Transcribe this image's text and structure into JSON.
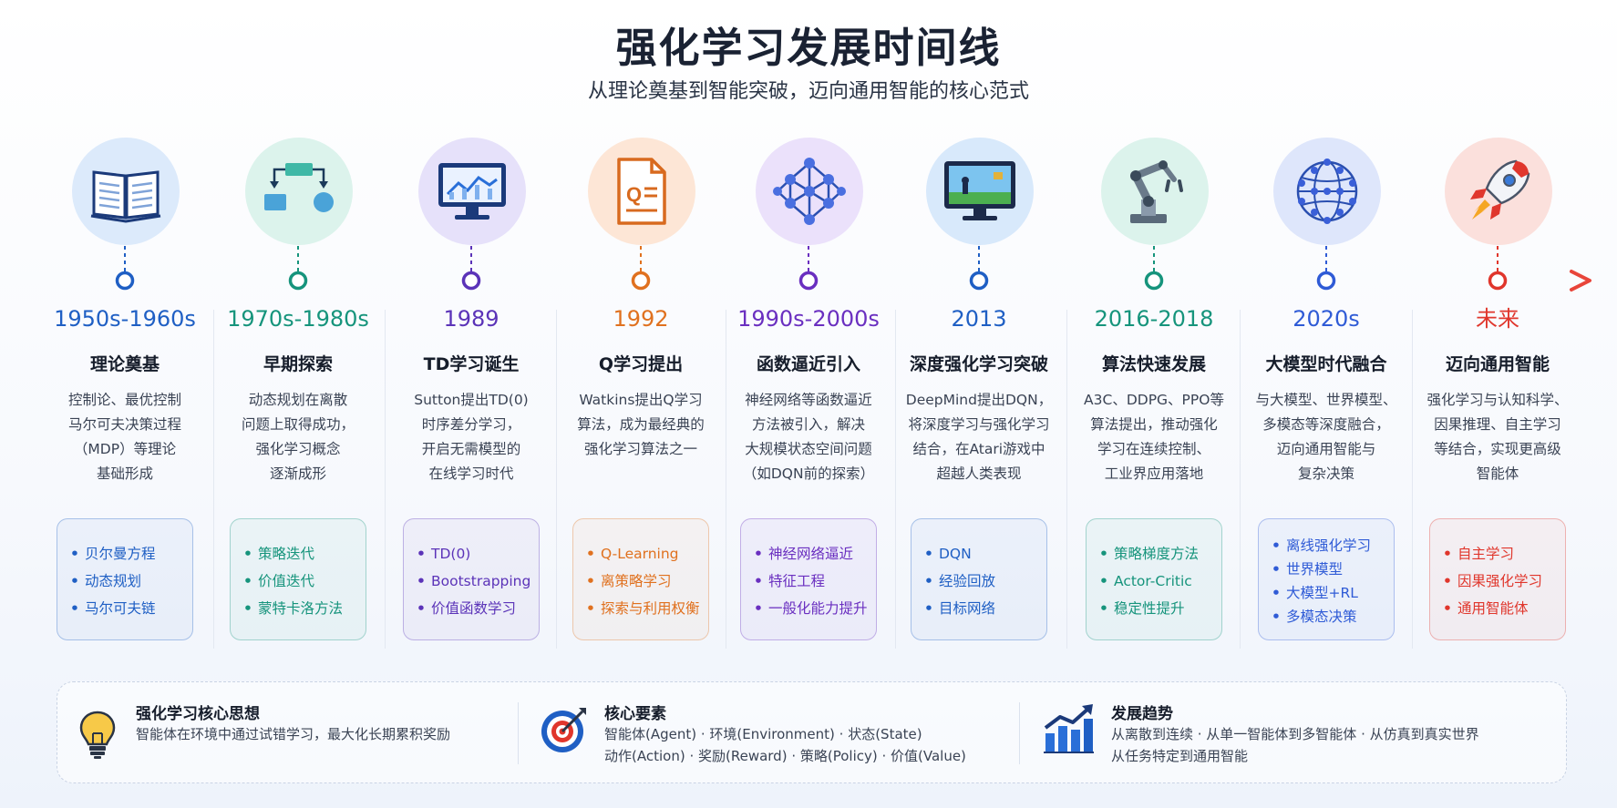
{
  "title": "强化学习发展时间线",
  "subtitle": "从理论奠基到智能突破，迈向通用智能的核心范式",
  "stages": [
    {
      "year": "1950s-1960s",
      "heading": "理论奠基",
      "desc": [
        "控制论、最优控制",
        "马尔可夫决策过程",
        "（MDP）等理论",
        "基础形成"
      ],
      "points": [
        "贝尔曼方程",
        "动态规划",
        "马尔可夫链"
      ],
      "color": "#1f5fc4",
      "icon": "book-icon"
    },
    {
      "year": "1970s-1980s",
      "heading": "早期探索",
      "desc": [
        "动态规划在离散",
        "问题上取得成功，",
        "强化学习概念",
        "逐渐成形"
      ],
      "points": [
        "策略迭代",
        "价值迭代",
        "蒙特卡洛方法"
      ],
      "color": "#16947c",
      "icon": "flowchart-icon"
    },
    {
      "year": "1989",
      "heading": "TD学习诞生",
      "desc": [
        "Sutton提出TD(0)",
        "时序差分学习，",
        "开启无需模型的",
        "在线学习时代"
      ],
      "points": [
        "TD(0)",
        "Bootstrapping",
        "价值函数学习"
      ],
      "color": "#5b33b8",
      "icon": "monitor-chart-icon"
    },
    {
      "year": "1992",
      "heading": "Q学习提出",
      "desc": [
        "Watkins提出Q学习",
        "算法，成为最经典的",
        "强化学习算法之一"
      ],
      "points": [
        "Q-Learning",
        "离策略学习",
        "探索与利用权衡"
      ],
      "color": "#e0711f",
      "icon": "document-q-icon"
    },
    {
      "year": "1990s-2000s",
      "heading": "函数逼近引入",
      "desc": [
        "神经网络等函数逼近",
        "方法被引入，解决",
        "大规模状态空间问题",
        "（如DQN前的探索）"
      ],
      "points": [
        "神经网络逼近",
        "特征工程",
        "一般化能力提升"
      ],
      "color": "#6a2fc0",
      "icon": "neural-network-icon"
    },
    {
      "year": "2013",
      "heading": "深度强化学习突破",
      "desc": [
        "DeepMind提出DQN，",
        "将深度学习与强化学习",
        "结合，在Atari游戏中",
        "超越人类表现"
      ],
      "points": [
        "DQN",
        "经验回放",
        "目标网络"
      ],
      "color": "#1f5fc4",
      "icon": "game-monitor-icon"
    },
    {
      "year": "2016-2018",
      "heading": "算法快速发展",
      "desc": [
        "A3C、DDPG、PPO等",
        "算法提出，推动强化",
        "学习在连续控制、",
        "工业界应用落地"
      ],
      "points": [
        "策略梯度方法",
        "Actor-Critic",
        "稳定性提升"
      ],
      "color": "#16947c",
      "icon": "robot-arm-icon"
    },
    {
      "year": "2020s",
      "heading": "大模型时代融合",
      "desc": [
        "与大模型、世界模型、",
        "多模态等深度融合，",
        "迈向通用智能与",
        "复杂决策"
      ],
      "points": [
        "离线强化学习",
        "世界模型",
        "大模型+RL",
        "多模态决策"
      ],
      "color": "#2f5bd6",
      "icon": "globe-network-icon"
    },
    {
      "year": "未来",
      "heading": "迈向通用智能",
      "desc": [
        "强化学习与认知科学、",
        "因果推理、自主学习",
        "等结合，实现更高级",
        "智能体"
      ],
      "points": [
        "自主学习",
        "因果强化学习",
        "通用智能体"
      ],
      "color": "#e0362c",
      "icon": "rocket-icon"
    }
  ],
  "bottom": {
    "core_idea": {
      "title": "强化学习核心思想",
      "text": "智能体在环境中通过试错学习，最大化长期累积奖励",
      "icon": "lightbulb-icon"
    },
    "elements": {
      "title": "核心要素",
      "line1": "智能体(Agent) · 环境(Environment) · 状态(State)",
      "line2": "动作(Action) · 奖励(Reward) · 策略(Policy) · 价值(Value)",
      "icon": "target-icon"
    },
    "trends": {
      "title": "发展趋势",
      "line1": "从离散到连续 · 从单一智能体到多智能体 · 从仿真到真实世界",
      "line2": "从任务特定到通用智能",
      "icon": "growth-chart-icon"
    }
  }
}
